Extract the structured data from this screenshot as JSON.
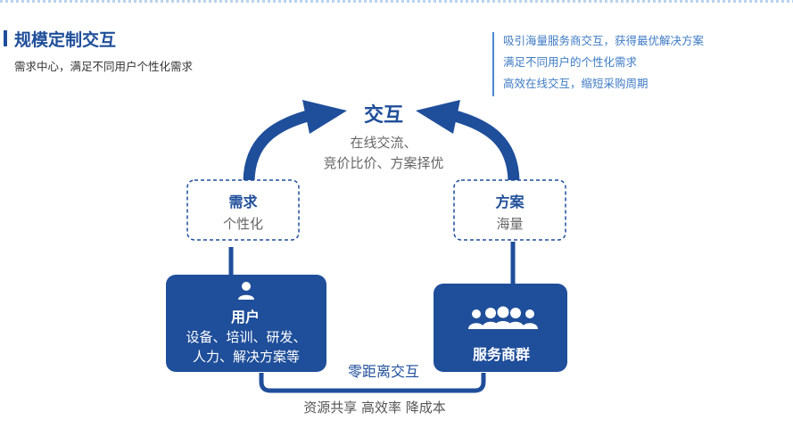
{
  "header": {
    "title": "规模定制交互",
    "subtitle": "需求中心，满足不同用户个性化需求"
  },
  "notes": [
    "吸引海量服务商交互，获得最优解决方案",
    "满足不同用户的个性化需求",
    "高效在线交互，缩短采购周期"
  ],
  "center": {
    "title": "交互",
    "line1": "在线交流、",
    "line2": "竞价比价、方案择优"
  },
  "demand_box": {
    "title": "需求",
    "sub": "个性化"
  },
  "solution_box": {
    "title": "方案",
    "sub": "海量"
  },
  "user_box": {
    "icon": "user-icon",
    "title": "用户",
    "line1": "设备、培训、研发、",
    "line2": "人力、解决方案等"
  },
  "provider_box": {
    "icon": "group-icon",
    "title": "服务商群"
  },
  "bottom": {
    "middle": "零距离交互",
    "line": "资源共享  高效率  降成本"
  },
  "colors": {
    "primary": "#1f4e9a",
    "accent": "#4a89d0"
  }
}
